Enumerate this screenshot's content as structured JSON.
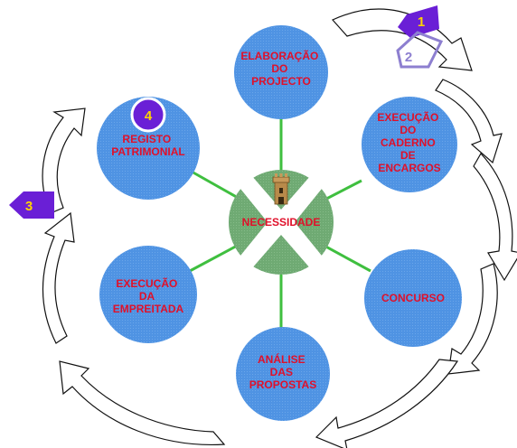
{
  "diagram": {
    "center": {
      "label": "NECESSIDADE"
    },
    "nodes": [
      {
        "id": "elaboracao",
        "lines": [
          "ELABORAÇÃO",
          "DO",
          "PROJECTO"
        ]
      },
      {
        "id": "execucao-caderno",
        "lines": [
          "EXECUÇÃO",
          "DO",
          "CADERNO",
          "DE",
          "ENCARGOS"
        ]
      },
      {
        "id": "concurso",
        "lines": [
          "CONCURSO"
        ]
      },
      {
        "id": "analise",
        "lines": [
          "ANÁLISE",
          "DAS",
          "PROPOSTAS"
        ]
      },
      {
        "id": "execucao-empreitada",
        "lines": [
          "EXECUÇÃO",
          "DA",
          "EMPREITADA"
        ]
      },
      {
        "id": "registo",
        "lines": [
          "REGISTO",
          "PATRIMONIAL"
        ]
      }
    ],
    "markers": [
      {
        "label": "1"
      },
      {
        "label": "2"
      },
      {
        "label": "3"
      },
      {
        "label": "4"
      }
    ],
    "colors": {
      "node_fill": "#4f93e3",
      "center_fill": "#6faa73",
      "connector": "#3fbf3f",
      "text": "#e0102a",
      "marker_purple": "#6a1fd6",
      "marker_text_yellow": "#ffd400"
    },
    "icons": [
      "tower-icon",
      "circular-arrow-icon"
    ]
  }
}
